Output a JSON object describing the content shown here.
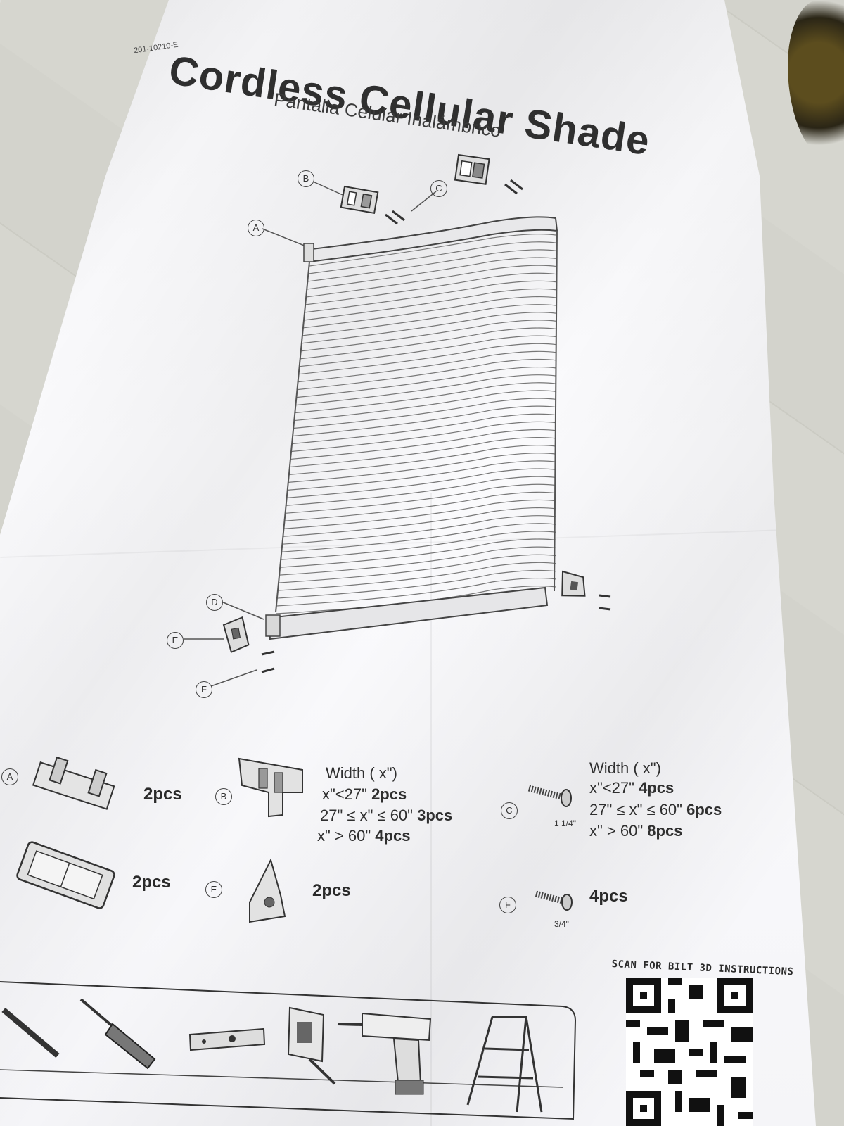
{
  "document": {
    "code": "201-10210-E",
    "title": "Cordless Cellular Shade",
    "subtitle": "Pantalla Celular Inalámbrico"
  },
  "callouts": {
    "a": "A",
    "b": "B",
    "c": "C",
    "d": "D",
    "e": "E",
    "f": "F"
  },
  "parts": {
    "a": {
      "letter": "A",
      "qty": "2pcs"
    },
    "d": {
      "qty": "2pcs"
    },
    "b": {
      "letter": "B",
      "width_label": "Width ( x\")",
      "rows": [
        {
          "range": "x\"<27\"",
          "qty": "2pcs"
        },
        {
          "range": "27\" ≤ x\" ≤ 60\"",
          "qty": "3pcs"
        },
        {
          "range": "x\" > 60\"",
          "qty": "4pcs"
        }
      ]
    },
    "c": {
      "letter": "C",
      "size": "1 1/4\"",
      "width_label": "Width ( x\")",
      "rows": [
        {
          "range": "x\"<27\"",
          "qty": "4pcs"
        },
        {
          "range": "27\" ≤ x\" ≤ 60\"",
          "qty": "6pcs"
        },
        {
          "range": "x\" > 60\"",
          "qty": "8pcs"
        }
      ]
    },
    "e": {
      "letter": "E",
      "qty": "2pcs"
    },
    "f": {
      "letter": "F",
      "size": "3/4\"",
      "qty": "4pcs"
    }
  },
  "tools": [
    "pencil-icon",
    "screwdriver-icon",
    "level-icon",
    "tape-measure-icon",
    "drill-icon",
    "step-ladder-icon"
  ],
  "qr": {
    "caption": "SCAN FOR BILT 3D INSTRUCTIONS"
  }
}
